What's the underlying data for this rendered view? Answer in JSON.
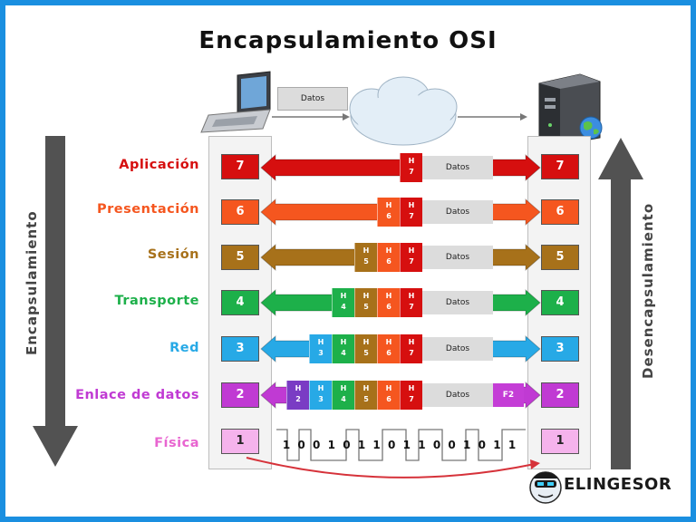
{
  "title": "Encapsulamiento OSI",
  "top_packet": "Datos",
  "left_arrow_label": "Encapsulamiento",
  "right_arrow_label": "Desencapsulamiento",
  "layers": [
    {
      "name": "Aplicación",
      "num": "7",
      "color": "#d60f0f",
      "headers": [
        "H\n7"
      ]
    },
    {
      "name": "Presentación",
      "num": "6",
      "color": "#f5561f",
      "headers": [
        "H\n6",
        "H\n7"
      ]
    },
    {
      "name": "Sesión",
      "num": "5",
      "color": "#a7711a",
      "headers": [
        "H\n5",
        "H\n6",
        "H\n7"
      ]
    },
    {
      "name": "Transporte",
      "num": "4",
      "color": "#1db04a",
      "headers": [
        "H\n4",
        "H\n5",
        "H\n6",
        "H\n7"
      ]
    },
    {
      "name": "Red",
      "num": "3",
      "color": "#27a9e6",
      "headers": [
        "H\n3",
        "H\n4",
        "H\n5",
        "H\n6",
        "H\n7"
      ]
    },
    {
      "name": "Enlace de datos",
      "num": "2",
      "color": "#c03ad3",
      "headers": [
        "H\n2",
        "H\n3",
        "H\n4",
        "H\n5",
        "H\n6",
        "H\n7"
      ],
      "trailer": "F2"
    },
    {
      "name": "Física",
      "num": "1",
      "color": "#e865d0"
    }
  ],
  "datos_label": "Datos",
  "bits": [
    "1",
    "0",
    "0",
    "1",
    "0",
    "1",
    "1",
    "0",
    "1",
    "1",
    "0",
    "0",
    "1",
    "0",
    "1",
    "1"
  ],
  "brand": "ELINGESOR",
  "colors": {
    "frame": "#1a8fe0",
    "h2": "#7a3cc4",
    "h3": "#27a9e6",
    "h4": "#1db04a",
    "h5": "#a7711a",
    "h6": "#f5561f",
    "h7": "#d60f0f"
  }
}
